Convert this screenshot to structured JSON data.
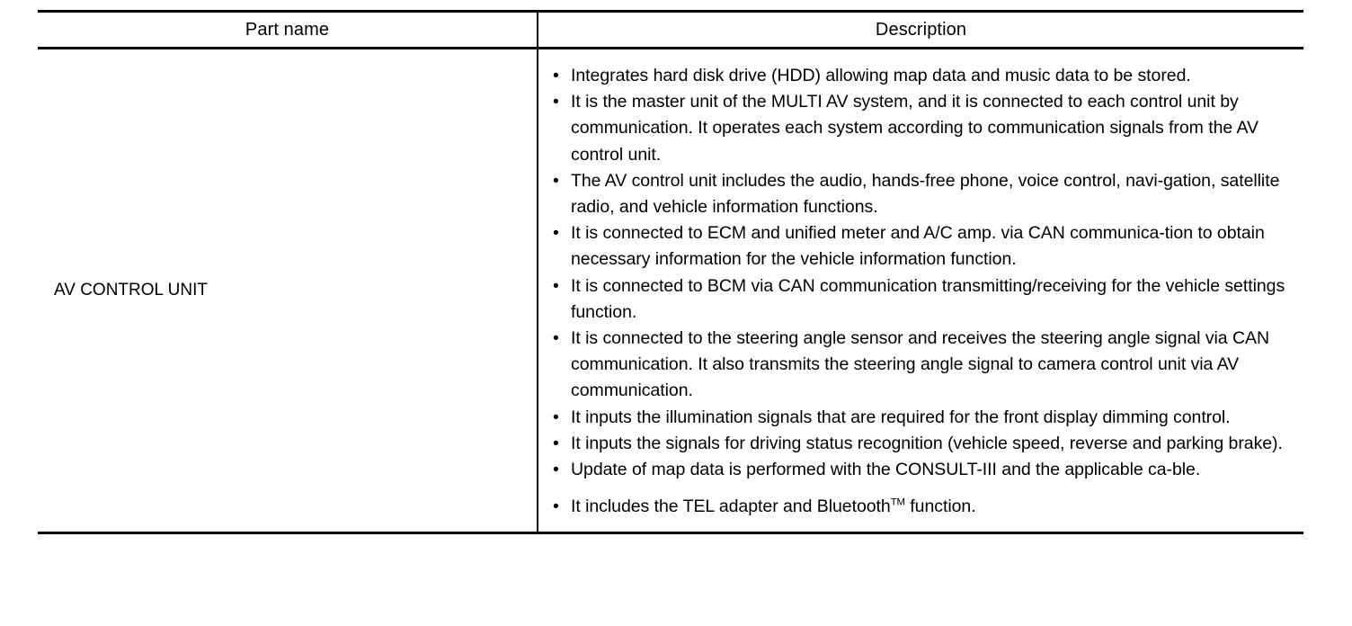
{
  "table": {
    "headers": {
      "part_name": "Part name",
      "description": "Description"
    },
    "rows": [
      {
        "part_name": "AV CONTROL UNIT",
        "description_bullets": [
          {
            "bullet": "•",
            "text": "Integrates hard disk drive (HDD) allowing map data and music data to be stored."
          },
          {
            "bullet": "•",
            "text": "It is the master unit of the MULTI AV system, and it is connected to each control unit by communication. It operates each system according to communication signals from the AV control unit."
          },
          {
            "bullet": "•",
            "text": "The AV control unit includes the audio, hands-free phone, voice control, navi-gation, satellite radio, and vehicle information functions."
          },
          {
            "bullet": "•",
            "text": "It is connected to ECM and unified meter and A/C amp. via CAN communica-tion to obtain necessary information for the vehicle information function."
          },
          {
            "bullet": "•",
            "text": "It is connected to BCM via CAN communication transmitting/receiving for the vehicle settings function."
          },
          {
            "bullet": "•",
            "text": "It is connected to the steering angle sensor and receives the steering angle signal via CAN communication. It also transmits the steering angle signal to camera control unit via AV communication."
          },
          {
            "bullet": "•",
            "text": "It inputs the illumination signals that are required for the front display dimming control."
          },
          {
            "bullet": "•",
            "text": "It inputs the signals for driving status recognition (vehicle speed, reverse and parking brake)."
          },
          {
            "bullet": "•",
            "text": "Update of map data is performed with the CONSULT-III and the applicable ca-ble."
          },
          {
            "bullet": "•",
            "text": "It includes the TEL adapter and Bluetooth™ function.",
            "trademark": true,
            "text_before_tm": "It includes the TEL adapter and Bluetooth",
            "tm_mark": "TM",
            "text_after_tm": " function."
          }
        ]
      }
    ]
  },
  "colors": {
    "text": "#000000",
    "rule": "#000000",
    "background": "#ffffff"
  }
}
